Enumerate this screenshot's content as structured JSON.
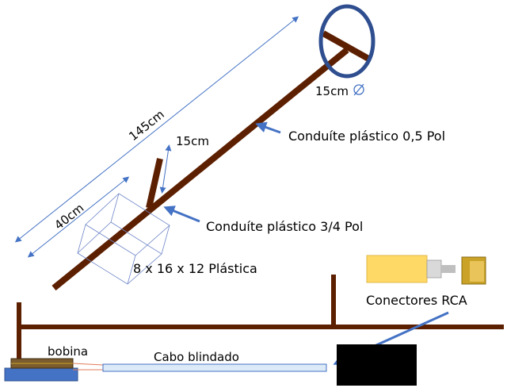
{
  "labels": {
    "length_total": "145cm",
    "length_lower": "40cm",
    "branch_length": "15cm",
    "coil_diameter": "15cm",
    "conduit_thin": "Conduíte plástico 0,5 Pol",
    "conduit_thick": "Conduíte plástico 3/4 Pol",
    "box": "8 x 16 x 12 Plástica",
    "connectors": "Conectores RCA",
    "coil": "bobina",
    "cable": "Cabo blindado"
  },
  "colors": {
    "pole": "#5c1f00",
    "coil_ring": "#2e4e8f",
    "arrow": "#4472c4",
    "dimension": "#4472c4",
    "box_outline": "#6f86c8",
    "cable_fill": "#dce9f7",
    "rca_body": "#ffd966",
    "rca_tip": "#c9a227",
    "black_box": "#000000"
  }
}
